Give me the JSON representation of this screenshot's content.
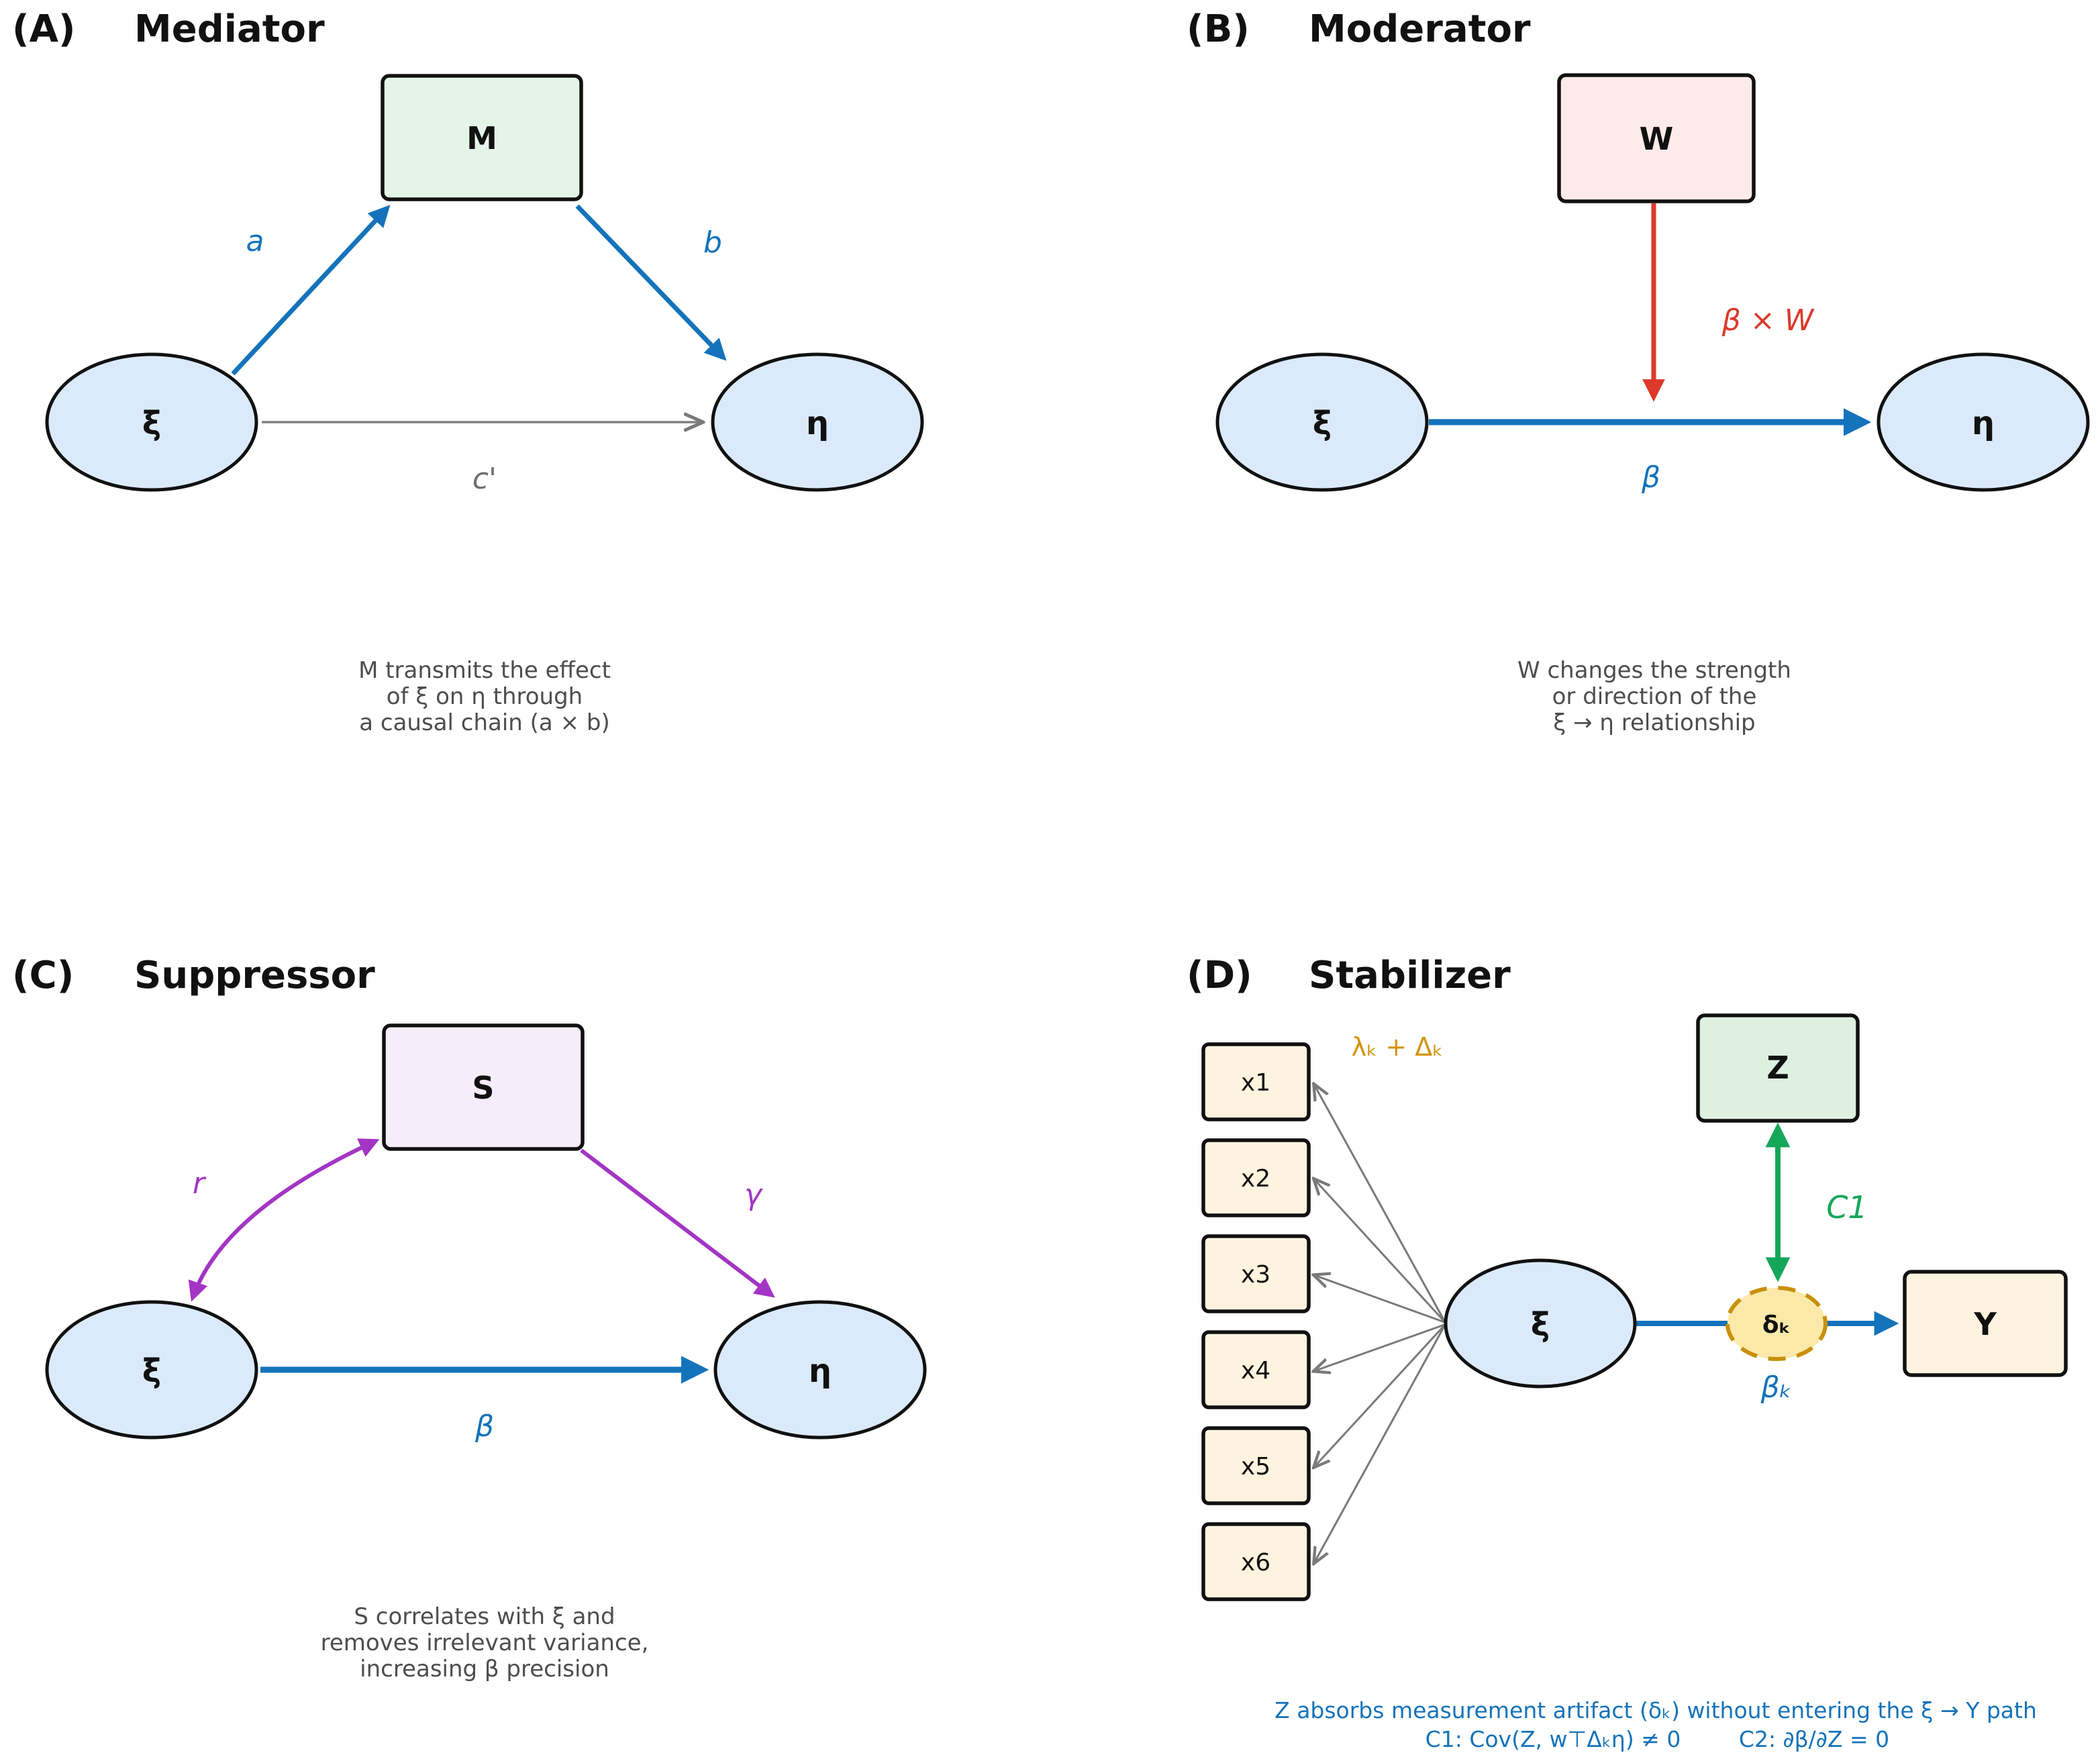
{
  "colors": {
    "latent_fill": "#dbeafa",
    "mediator_fill": "#e4f5e7",
    "moderator_fill": "#fcebe9",
    "suppressor_fill": "#f6edfa",
    "stabilizer_fill": "#def1e1",
    "indicator_fill": "#fdf3de",
    "artifact_fill": "#fbe9a9",
    "artifact_stroke": "#c8900a",
    "path_blue": "#1473bb",
    "path_red": "#dc392a",
    "path_purple": "#a335c5",
    "path_green": "#16a659",
    "path_gray": "#7a7a7a",
    "label_gold": "#d3940c",
    "caption_gray": "#4d4d4d",
    "note_blue": "#1573b9"
  },
  "panels": {
    "A": {
      "tag": "(A)",
      "title": "Mediator",
      "nodes": {
        "mediator": "M",
        "xi": "ξ",
        "eta": "η"
      },
      "paths": {
        "a": "a",
        "b": "b",
        "c_prime": "c'"
      },
      "caption": [
        "M transmits the effect",
        "of ξ on η through",
        "a causal chain (a × b)"
      ]
    },
    "B": {
      "tag": "(B)",
      "title": "Moderator",
      "nodes": {
        "moderator": "W",
        "xi": "ξ",
        "eta": "η"
      },
      "paths": {
        "interaction": "β × W",
        "beta": "β"
      },
      "caption": [
        "W changes the strength",
        "or direction of the",
        "ξ → η relationship"
      ]
    },
    "C": {
      "tag": "(C)",
      "title": "Suppressor",
      "nodes": {
        "suppressor": "S",
        "xi": "ξ",
        "eta": "η"
      },
      "paths": {
        "r": "r",
        "gamma": "γ",
        "beta": "β"
      },
      "caption": [
        "S correlates with ξ and",
        "removes irrelevant variance,",
        "increasing β precision"
      ]
    },
    "D": {
      "tag": "(D)",
      "title": "Stabilizer",
      "nodes": {
        "indicators": [
          "x1",
          "x2",
          "x3",
          "x4",
          "x5",
          "x6"
        ],
        "xi": "ξ",
        "stabilizer": "Z",
        "artifact": "δₖ",
        "outcome": "Y"
      },
      "paths": {
        "loadings": "λₖ + Δₖ",
        "c1": "C1",
        "beta_k": "βₖ"
      },
      "note": {
        "line1": "Z absorbs measurement artifact (δₖ) without entering the ξ → Y path",
        "c1_eq": "C1: Cov(Z, w⊤Δₖη) ≠ 0",
        "c2_eq": "C2: ∂β/∂Z = 0"
      }
    }
  }
}
